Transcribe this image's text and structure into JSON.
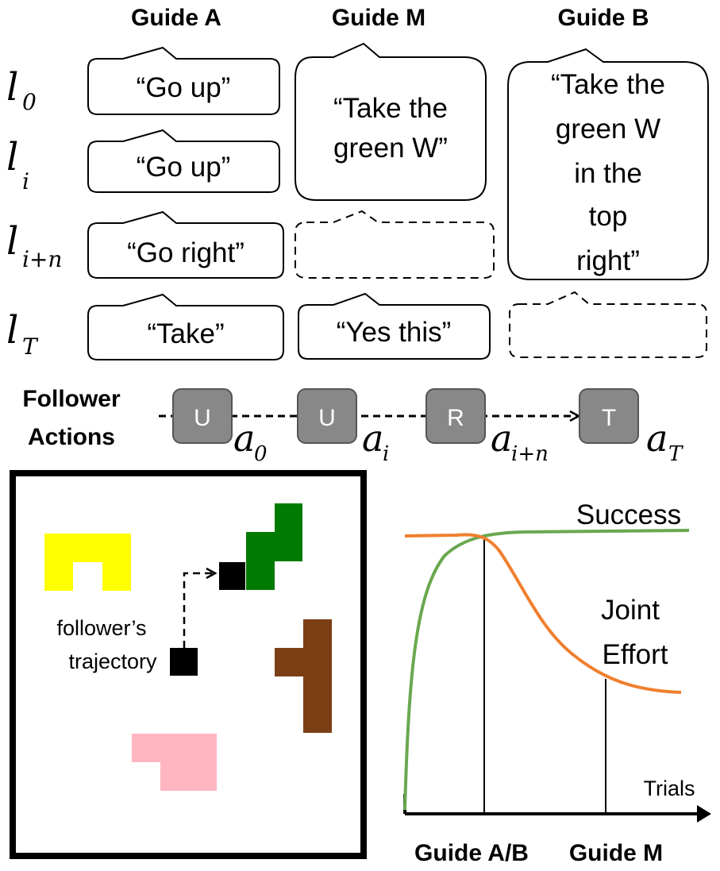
{
  "headers": {
    "guide_a": "Guide A",
    "guide_m": "Guide M",
    "guide_b": "Guide B"
  },
  "row_labels": {
    "l0": {
      "base": "l",
      "sub": "0"
    },
    "li": {
      "base": "l",
      "sub": "i"
    },
    "lin": {
      "base": "l",
      "sub": "i+n"
    },
    "lt": {
      "base": "l",
      "sub": "T"
    }
  },
  "guide_a": {
    "u0": "“Go up”",
    "u1": "“Go up”",
    "u2": "“Go right”",
    "u3": "“Take”"
  },
  "guide_m": {
    "u0_line1": "“Take the",
    "u0_line2": "green W”",
    "u3": "“Yes this”"
  },
  "guide_b": {
    "u0_line1": "“Take the",
    "u0_line2": "green W",
    "u0_line3": "in the",
    "u0_line4": "top",
    "u0_line5": "right”"
  },
  "follower": {
    "label_line1": "Follower",
    "label_line2": "Actions",
    "actions": [
      {
        "key": "U",
        "var": "a",
        "sub": "0"
      },
      {
        "key": "U",
        "var": "a",
        "sub": "i"
      },
      {
        "key": "R",
        "var": "a",
        "sub": "i+n"
      },
      {
        "key": "T",
        "var": "a",
        "sub": "T"
      }
    ]
  },
  "world": {
    "trajectory_line1": "follower’s",
    "trajectory_line2": "trajectory",
    "colors": {
      "yellow": "#ffff00",
      "green": "#007a00",
      "brown": "#7b3f16",
      "pink": "#ffb6c1",
      "follower": "#000000"
    }
  },
  "chart_data": {
    "type": "line",
    "xlabel": "Trials",
    "series": [
      {
        "name": "Success",
        "color": "#6aa84f",
        "shape": "rises steeply from near zero then plateaus high"
      },
      {
        "name": "Joint Effort",
        "color": "#f07f2f",
        "shape": "flat high then decreases and levels low"
      }
    ],
    "markers": [
      {
        "label": "Guide A/B"
      },
      {
        "label": "Guide M"
      }
    ],
    "ticks_numeric": false,
    "grid": false,
    "legend": "direct labels on curves"
  }
}
